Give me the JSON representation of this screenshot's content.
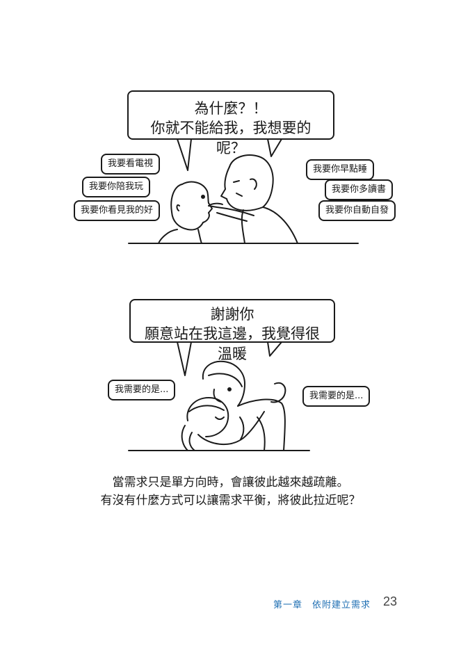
{
  "panel1": {
    "main_bubble": {
      "line1": "為什麼？！",
      "line2": "你就不能給我，我想要的呢？"
    },
    "child_bubbles": [
      "我要看電視",
      "我要你陪我玩",
      "我要你看見我的好"
    ],
    "parent_bubbles": [
      "我要你早點睡",
      "我要你多讀書",
      "我要你自動自發"
    ]
  },
  "panel2": {
    "main_bubble": {
      "line1": "謝謝你",
      "line2": "願意站在我這邊，我覺得很溫暖"
    },
    "left_bubble": "我需要的是...",
    "right_bubble": "我需要的是..."
  },
  "caption": {
    "line1": "當需求只是單方向時，會讓彼此越來越疏離。",
    "line2": "有沒有什麼方式可以讓需求平衡，將彼此拉近呢？"
  },
  "footer": {
    "chapter": "第一章　依附建立需求",
    "page_number": "23"
  },
  "colors": {
    "ink": "#1a1a1a",
    "footer_accent": "#1f6fb3"
  }
}
